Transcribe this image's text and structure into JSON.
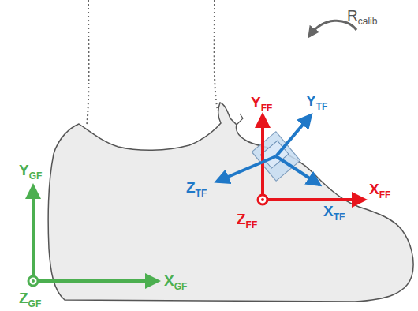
{
  "diagram": {
    "labels": [
      "R",
      "calib",
      "Y",
      "FF",
      "Y",
      "TF",
      "Z",
      "TF",
      "X",
      "FF",
      "Z",
      "FF",
      "X",
      "TF",
      "Y",
      "GF",
      "X",
      "GF",
      "Z",
      "GF"
    ]
  }
}
